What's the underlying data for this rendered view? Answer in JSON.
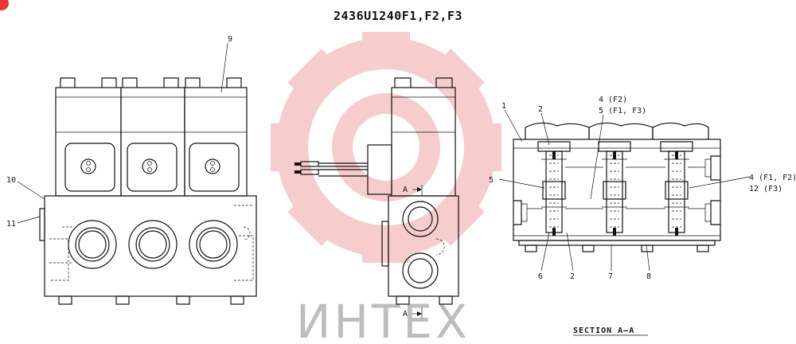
{
  "title": "2436U1240F1,F2,F3",
  "section_label": "SECTION A—A",
  "watermark": "ИНТЕХ",
  "section_marker": "A",
  "colors": {
    "line": "#111111",
    "watermark_gear": "#f2a3a3",
    "watermark_text": "#bdbdbd",
    "corner_badge": "#e53935"
  },
  "front_view_callouts": {
    "top": "9",
    "left_upper": "10",
    "left_lower": "11"
  },
  "section_callouts": {
    "c1": "1",
    "c2_top": "2",
    "c4_top": "4 (F2)",
    "c5_top": "5 (F1, F3)",
    "c5_left": "5",
    "c4_right": "4 (F1, F2)",
    "c12_right": "12 (F3)",
    "c6": "6",
    "c2_bottom": "2",
    "c7": "7",
    "c8": "8"
  }
}
